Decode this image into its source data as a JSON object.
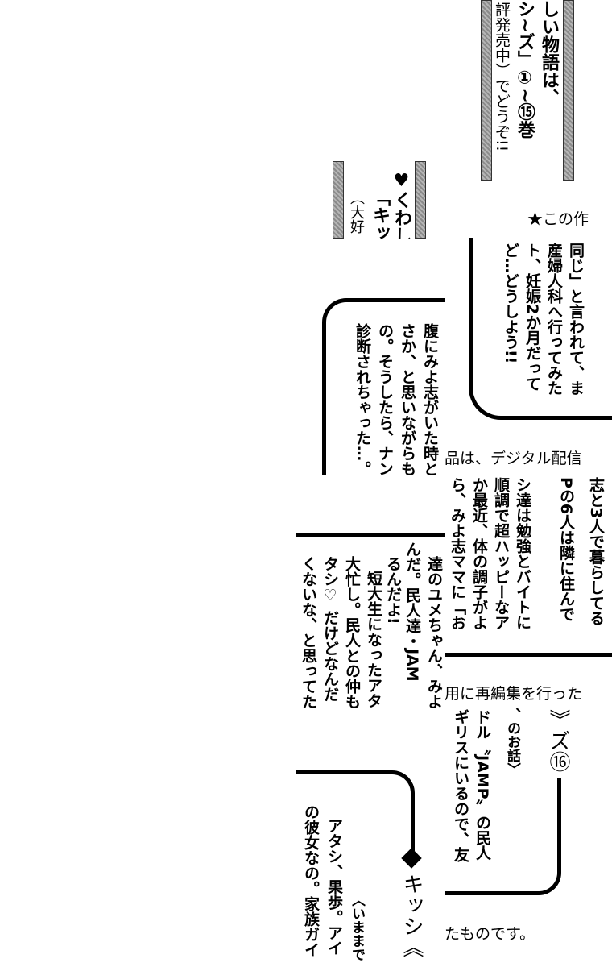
{
  "ad_box_1": {
    "columns": [
      "しい物語は、",
      "シ~ズ」①~⑮巻",
      "評発売中）でどうぞ!!"
    ]
  },
  "ad_box_2": {
    "columns": [
      "♥くわし",
      "「キッ",
      "（大好"
    ]
  },
  "notice": {
    "fragments": [
      "★この作",
      "品は、デジタル配信",
      "用に再編集を行った",
      "たものです。"
    ]
  },
  "bubble_top_right": {
    "columns": [
      "同じ」と言われて、ま",
      "産婦人科へ行ってみた",
      "ト、妊娠2か月だって",
      "ど…どうしよう!!"
    ]
  },
  "bubble_left": {
    "columns": [
      "腹にみよ志がいた時と",
      "さか、と思いながらも",
      "の。そうしたら、ナン",
      "診断されちゃった…。"
    ]
  },
  "story_right": {
    "columns": [
      "志と3人で暮らしてる",
      "Pの6人は隣に住んで",
      "シ達は勉強とバイトに",
      "順調で超ハッピーなア",
      "か最近、体の調子がよ",
      "ら、みよ志ママに「お"
    ]
  },
  "story_left": {
    "columns": [
      "達のユメちゃん、みよ",
      "んだ。民人達・JAM",
      "るんだよ!",
      "短大生になったアタ",
      "大忙し。民人との仲も",
      "タシ♡ だけどなんだ",
      "くないな、と思ってた"
    ]
  },
  "vol16": {
    "title": "》ズ⑯",
    "columns": [
      "、のお話〉",
      "ドル〝JAMP〟の民人",
      "ギリスにいるので、友"
    ]
  },
  "bottom_left": {
    "title": "キッシ《",
    "columns": [
      "〈いままで",
      "アタシ、果歩。アイ",
      "の彼女なの。家族ガイ"
    ]
  }
}
